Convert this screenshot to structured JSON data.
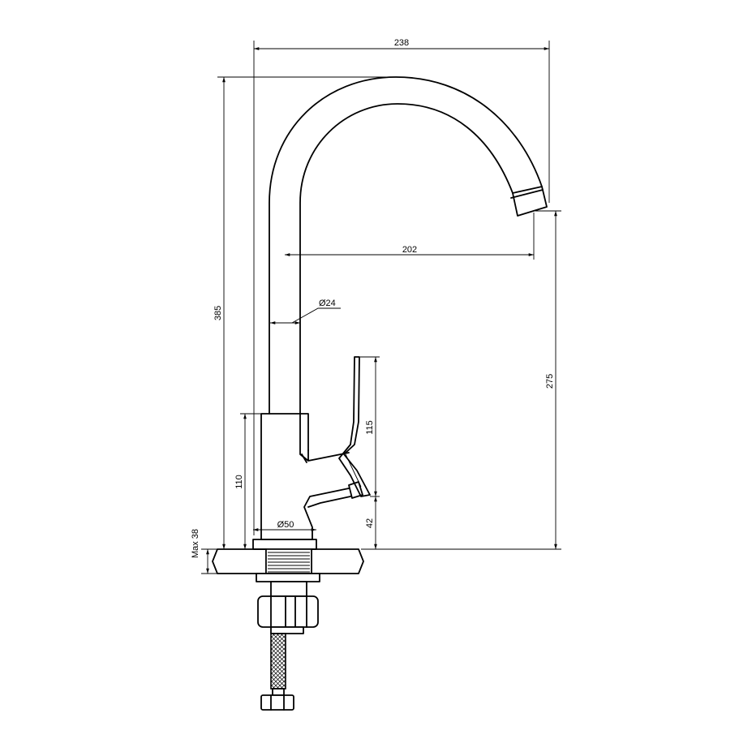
{
  "drawing": {
    "dimensions": {
      "overall_width": "238",
      "spout_reach": "202",
      "overall_height": "385",
      "spout_diameter": "Ø24",
      "outlet_height": "275",
      "handle_height": "115",
      "body_height": "110",
      "base_diameter": "Ø50",
      "lever_base_height": "42",
      "max_counter_thickness": "Max 38"
    }
  }
}
